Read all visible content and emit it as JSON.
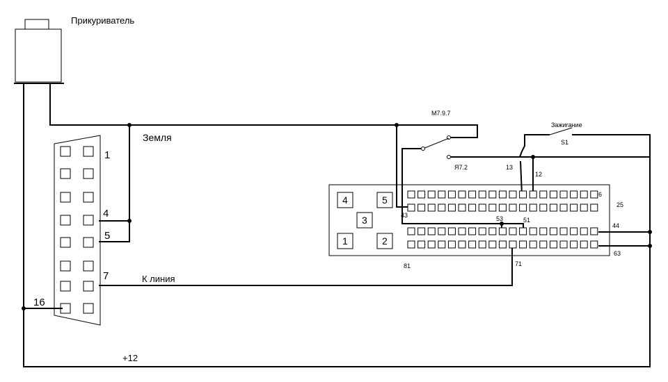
{
  "labels": {
    "cigarette_lighter": "Прикуриватель",
    "ground": "Земля",
    "k_line": "К линия",
    "plus12": "+12",
    "ignition": "Зажигание",
    "switch": "S1",
    "ecu_m797": "M7.9.7",
    "ecu_ya72": "Я7.2"
  },
  "obd": {
    "pin_1": "1",
    "pin_4": "4",
    "pin_5": "5",
    "pin_7": "7",
    "pin_16": "16"
  },
  "ecu": {
    "block_4": "4",
    "block_5": "5",
    "block_3": "3",
    "block_1": "1",
    "block_2": "2",
    "pin_6": "6",
    "pin_25": "25",
    "pin_43": "43",
    "pin_44": "44",
    "pin_63": "63",
    "pin_81": "81",
    "pin_13": "13",
    "pin_12": "12",
    "pin_53": "53",
    "pin_51": "51",
    "pin_71": "71"
  }
}
